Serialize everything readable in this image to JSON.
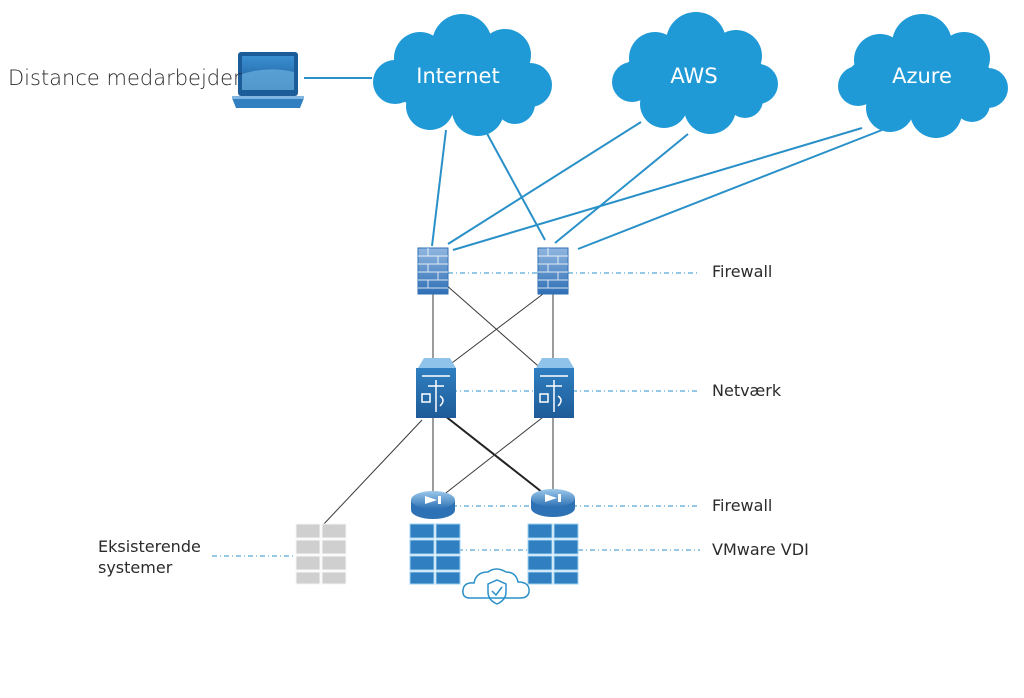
{
  "labels": {
    "remote_worker": "Distance medarbejder",
    "existing_systems": "Eksisterende\nsystemer"
  },
  "clouds": {
    "internet": "Internet",
    "aws": "AWS",
    "azure": "Azure"
  },
  "layers": {
    "firewall_top": "Firewall",
    "network": "Netværk",
    "firewall_bottom": "Firewall",
    "vmware": "VMware VDI"
  },
  "icons": {
    "laptop": "laptop-icon",
    "firewall": "firewall-brick-icon",
    "switch": "layer3-switch-icon",
    "load_balancer": "load-balancer-icon",
    "server": "server-rack-icon",
    "secure_cloud": "secure-cloud-icon"
  },
  "colors": {
    "cloud_blue": "#1f9ad6",
    "link_blue": "#2a90c8",
    "device_blue": "#2f7fc1",
    "grey_server": "#c9c9c9"
  }
}
